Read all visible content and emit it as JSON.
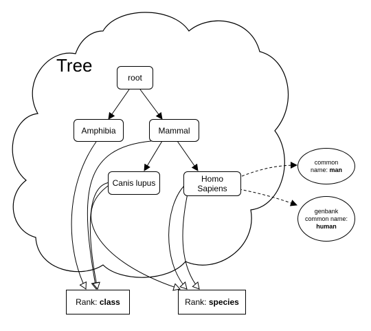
{
  "cloud": {
    "title": "Tree"
  },
  "nodes": {
    "root": "root",
    "amphibia": "Amphibia",
    "mammal": "Mammal",
    "canis": "Canis lupus",
    "homo_line1": "Homo",
    "homo_line2": "Sapiens"
  },
  "ranks": {
    "class": {
      "prefix": "Rank: ",
      "value": "class"
    },
    "species": {
      "prefix": "Rank: ",
      "value": "species"
    }
  },
  "annotations": {
    "man": {
      "line1": "common",
      "line2_prefix": "name: ",
      "line2_value": "man"
    },
    "human": {
      "line1": "genbank",
      "line2": "common name:",
      "line3_value": "human"
    }
  }
}
